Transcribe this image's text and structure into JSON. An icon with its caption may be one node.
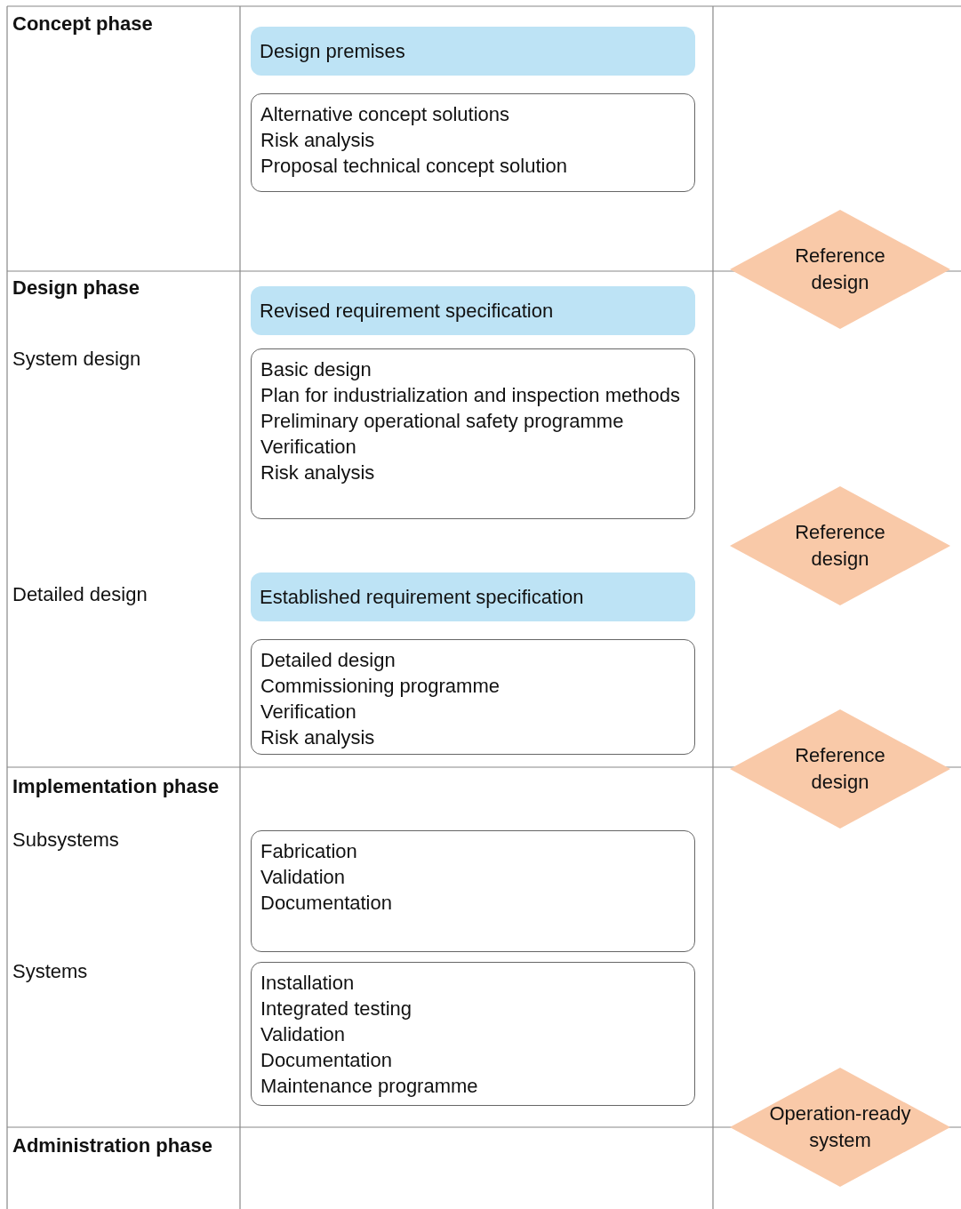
{
  "diagram": {
    "nodes": [
      {
        "text": [
          "Design premises"
        ]
      },
      {
        "text": [
          "Alternative concept solutions",
          "Risk analysis",
          "Proposal technical concept solution"
        ]
      },
      {
        "text": [
          "Reference design"
        ]
      },
      {
        "text": [
          "Revised requirement specification"
        ]
      },
      {
        "text": [
          "Basic design",
          "Plan for industrialization and inspection methods",
          "Preliminary operational safety programme",
          "Verification",
          "Risk analysis"
        ]
      },
      {
        "text": [
          "Reference design"
        ]
      },
      {
        "text": [
          "Established requirement specification"
        ]
      },
      {
        "text": [
          "Detailed design",
          "Commissioning programme",
          "Verification",
          "Risk analysis"
        ]
      },
      {
        "text": [
          "Reference design"
        ]
      },
      {
        "text": [
          "Fabrication",
          "Validation",
          "Documentation"
        ]
      },
      {
        "text": [
          "Installation",
          "Integrated testing",
          "Validation",
          "Documentation",
          "Maintenance programme"
        ]
      },
      {
        "text": [
          "Operation-ready system"
        ]
      }
    ],
    "labels": [
      "Concept phase",
      "Design phase",
      "System design",
      "Detailed design",
      "Implementation phase",
      "Subsystems",
      "Systems",
      "Administration phase"
    ]
  }
}
